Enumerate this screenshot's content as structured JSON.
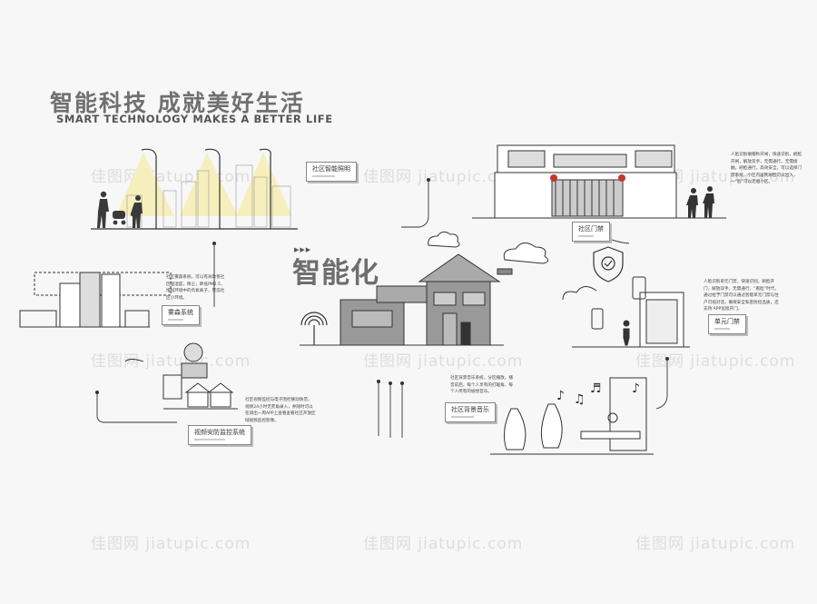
{
  "header": {
    "title": "智能科技  成就美好生活",
    "subtitle": "SMART TECHNOLOGY MAKES A BETTER LIFE"
  },
  "center": {
    "title": "智能化",
    "arrows": "▶▶▶"
  },
  "labels": {
    "lighting": "社区智能照明",
    "gate": "社区门禁",
    "mist": "雾森系统",
    "unit_door": "单元门禁",
    "cctv": "视频安防监控系统",
    "music": "社区背景音乐"
  },
  "descriptions": {
    "gate": "人脸识别摘帽秒开闸，快速识别，刷脸开闸，解放双手，无需通行，无需接触，刷脸通行，高效安全，可以选择门禁系统，小区内居民刷脸可以出入，一“脸”可以走遍小区。",
    "mist": "社区雾森系统，可以有效改善社区温湿度，降尘，降低PM2.5，增加环境中的负氧离子，营造社区小环境。",
    "unit_door": "人脸识别单元门禁，快速识别，刷脸开门，解放双手，无需通行，“看脸”时代，通过给予门禁可以通过智能单元门禁与住户可视对话，确保安全私密防控品质，还支持 APP远程开门。",
    "cctv": "社区视频监控与电子围栏联动防范，视频24小时无死角录入，并随时可以在调出一周APP上查看查看社区开放区域视频监控影像。",
    "music": "社区背景音乐系统，分区播放，播音前后，每个人享有的打暖角，每个人所有的愉悦音乐。"
  },
  "watermark": "佳图网 jiatupic.com",
  "colors": {
    "accent_red": "#c0392b",
    "line": "#333333",
    "light": "#f3ecb0"
  }
}
